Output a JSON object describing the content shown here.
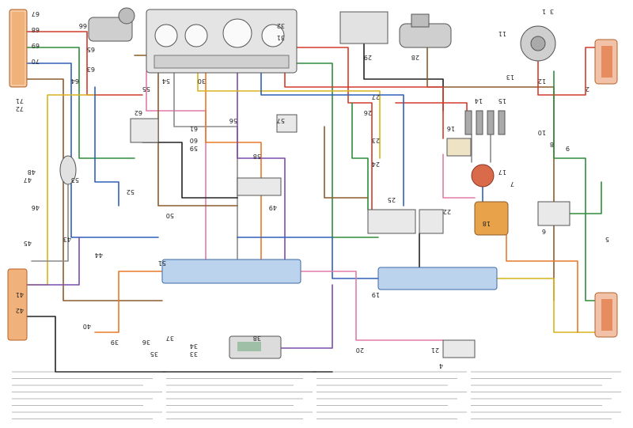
{
  "diagram": {
    "orientation": "rotated-180",
    "callouts": [
      "1",
      "2",
      "3",
      "4",
      "5",
      "6",
      "7",
      "8",
      "9",
      "10",
      "11",
      "12",
      "13",
      "14",
      "15",
      "16",
      "17",
      "18",
      "19",
      "20",
      "21",
      "22",
      "23",
      "24",
      "25",
      "26",
      "27",
      "28",
      "29",
      "30",
      "31",
      "32",
      "33",
      "34",
      "35",
      "36",
      "37",
      "38",
      "39",
      "40",
      "41",
      "42",
      "43",
      "44",
      "45",
      "46",
      "47",
      "48",
      "49",
      "50",
      "51",
      "52",
      "53",
      "54",
      "55",
      "56",
      "57",
      "58",
      "59",
      "60",
      "61",
      "62",
      "63",
      "64",
      "65",
      "66",
      "67",
      "68",
      "69",
      "70",
      "71",
      "72"
    ],
    "wire_colors": {
      "red": "#d23a2a",
      "green": "#2e8b3a",
      "blue": "#2f5fb8",
      "brown": "#8a5a2b",
      "yellow": "#d8b21c",
      "black": "#222222",
      "pink": "#e07aa8",
      "grey": "#8a8a8a",
      "orange": "#e8782a",
      "violet": "#7a4aa8"
    }
  }
}
